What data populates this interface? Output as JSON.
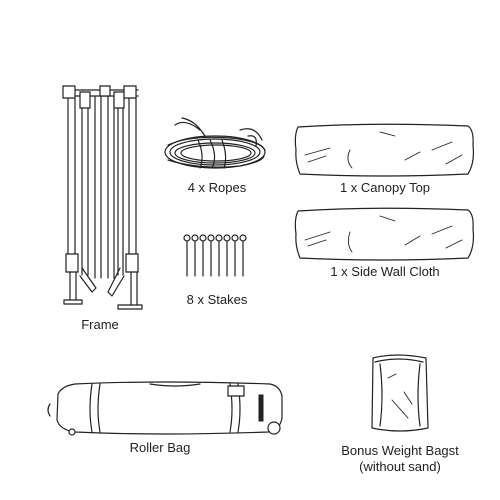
{
  "items": {
    "frame": {
      "label": "Frame"
    },
    "ropes": {
      "label": "4 x Ropes"
    },
    "canopy_top": {
      "label": "1 x Canopy Top"
    },
    "side_wall": {
      "label": "1 x Side Wall Cloth"
    },
    "stakes": {
      "label": "8 x Stakes"
    },
    "roller_bag": {
      "label": "Roller Bag"
    },
    "weight_bags": {
      "label_line1": "Bonus Weight Bagst",
      "label_line2": "(without sand)"
    }
  }
}
